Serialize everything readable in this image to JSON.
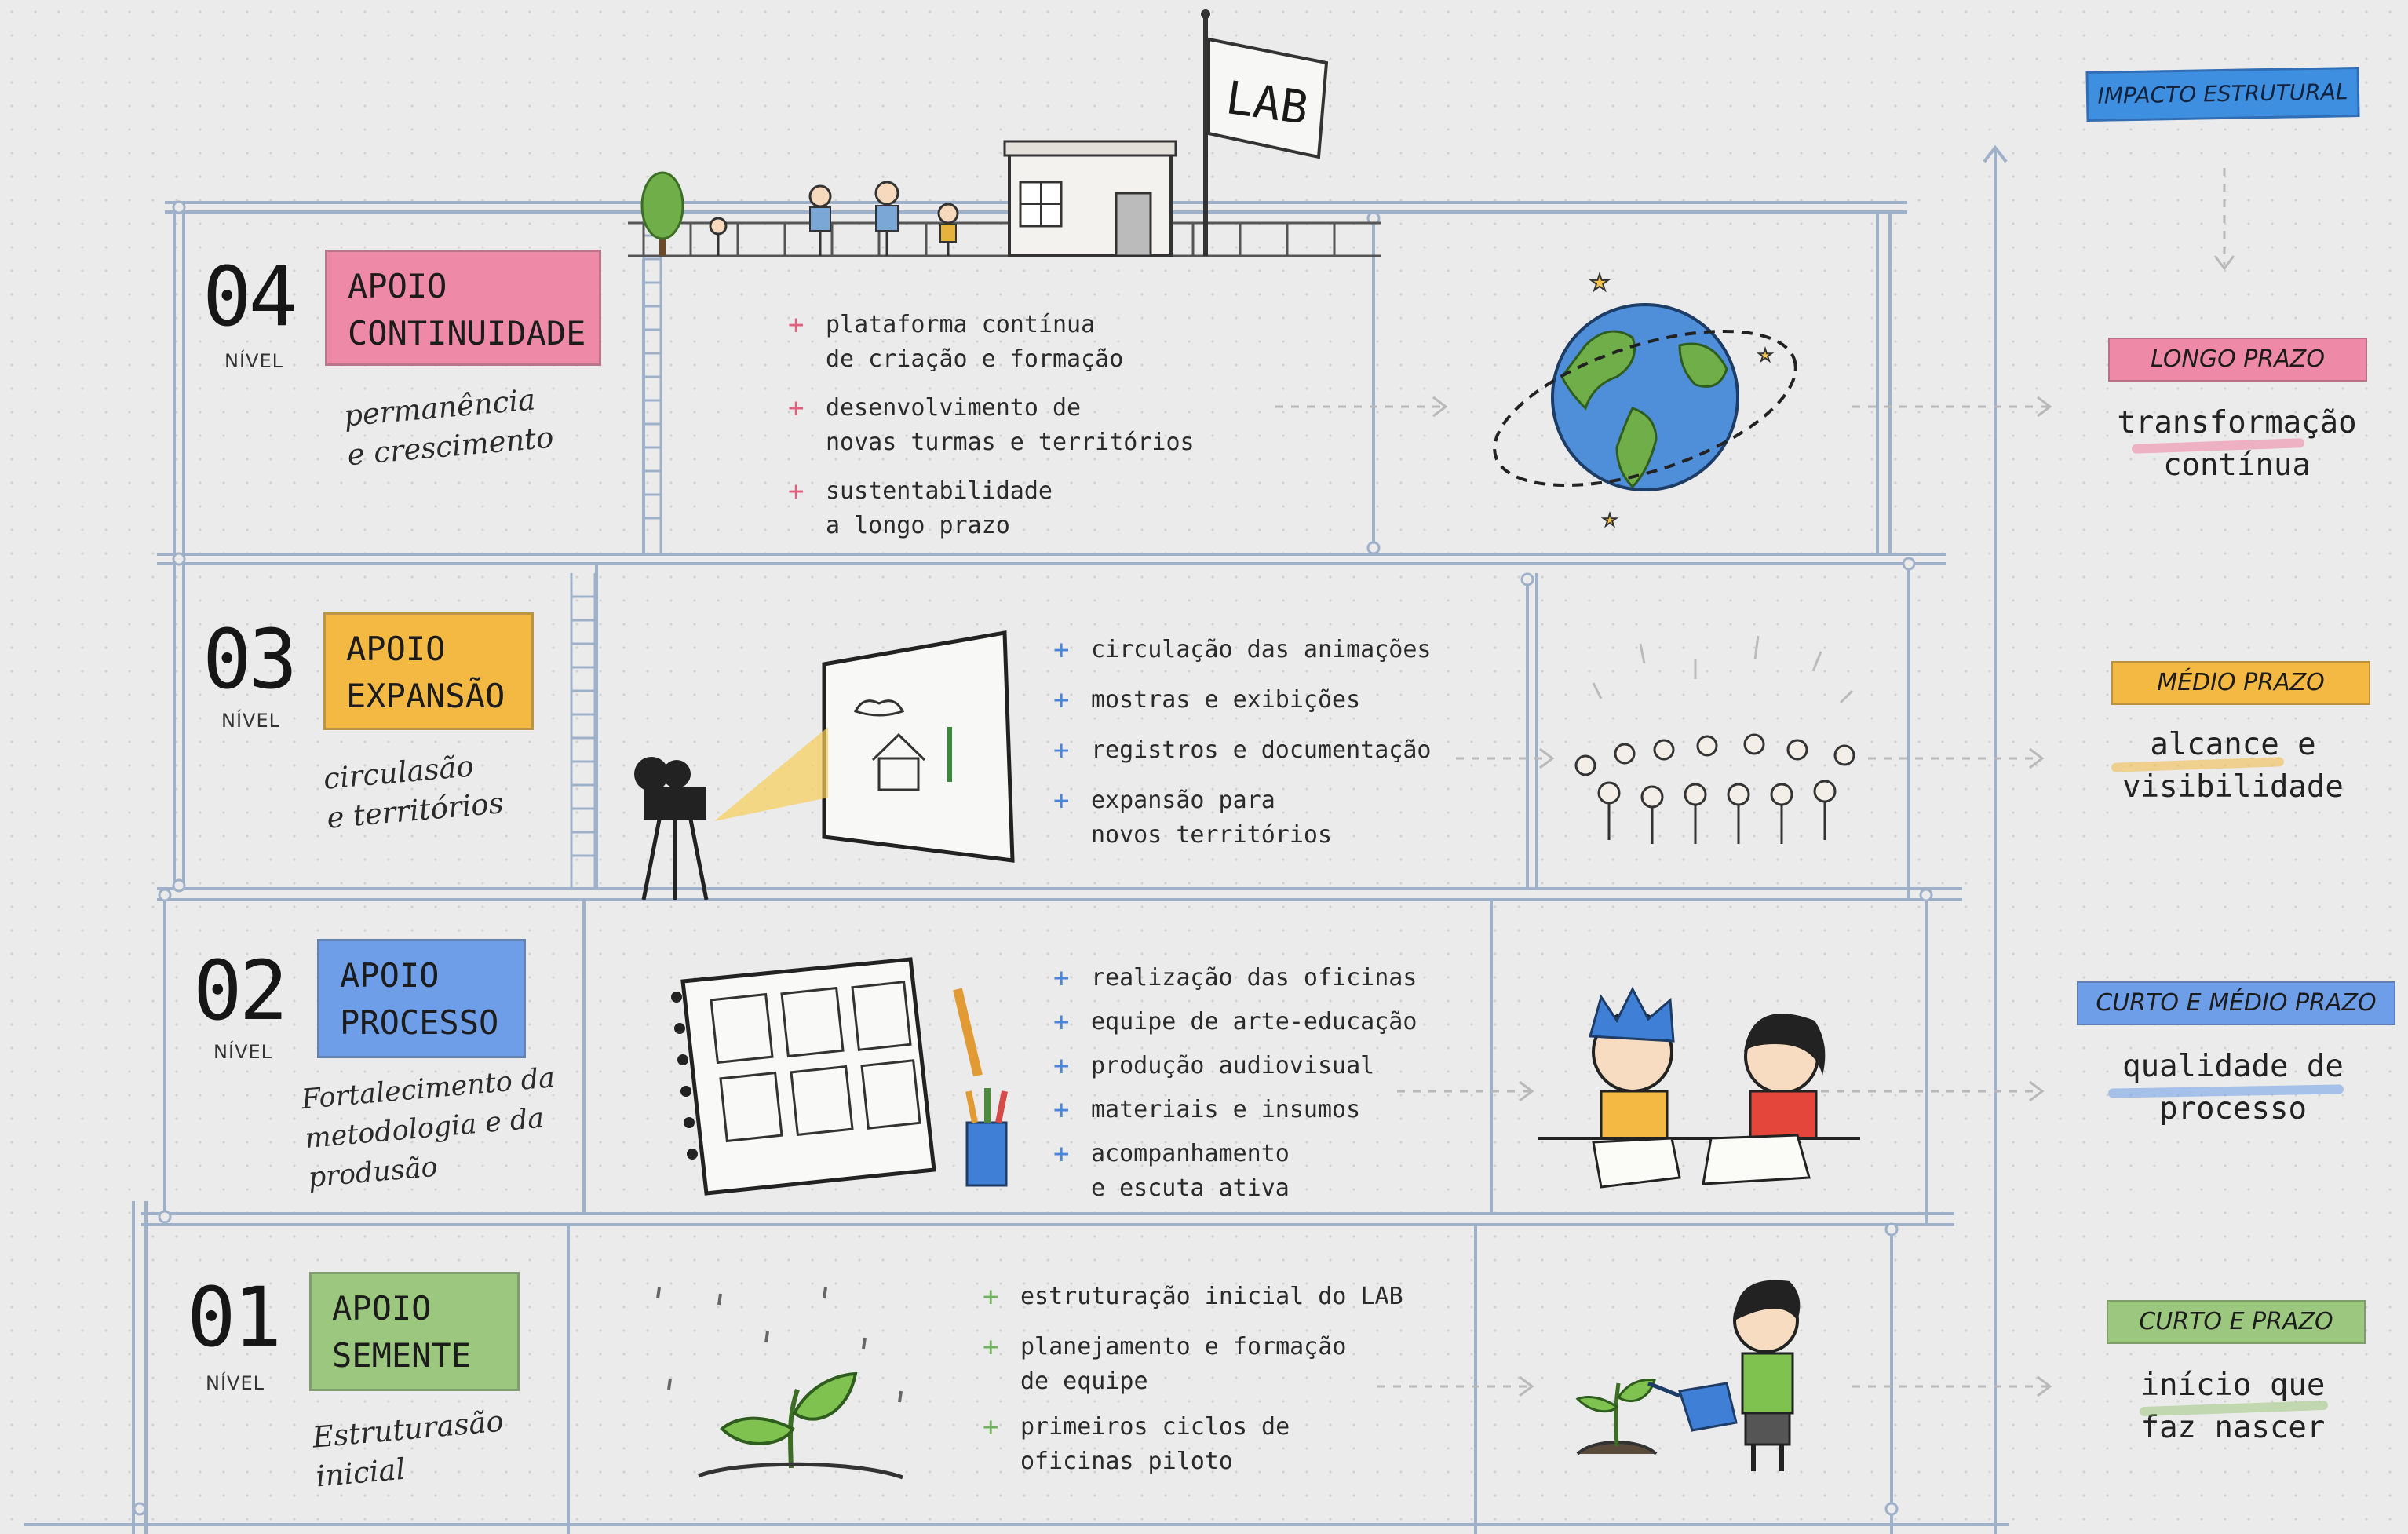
{
  "colors": {
    "pink": "#ee8aa8",
    "yellow": "#f3b943",
    "blue": "#6e9ee8",
    "green": "#9cc77e",
    "lineBlue": "#9fb0c9",
    "headerBlue": "#3f8fe0"
  },
  "roof": {
    "flag_text": "LAB"
  },
  "right_column": {
    "header": "IMPACTO ESTRUTURAL"
  },
  "levels": [
    {
      "number": "04",
      "nivel_label": "NÍVEL",
      "tag_line1": "APOIO",
      "tag_line2": "CONTINUIDADE",
      "subtitle_line1": "permanência",
      "subtitle_line2": "e crescimento",
      "subtitle_line3": "",
      "plus_color": "#e0607e",
      "items": [
        {
          "line1": "plataforma contínua",
          "line2": "de criação e formação"
        },
        {
          "line1": "desenvolvimento de",
          "line2": "novas turmas e territórios"
        },
        {
          "line1": "sustentabilidade",
          "line2": "a longo prazo"
        }
      ],
      "illustration": "globe-icon",
      "term": "LONGO PRAZO",
      "impact_line1": "transformação",
      "impact_line2": "contínua"
    },
    {
      "number": "03",
      "nivel_label": "NÍVEL",
      "tag_line1": "APOIO",
      "tag_line2": "EXPANSÃO",
      "subtitle_line1": "circulasão",
      "subtitle_line2": "e territórios",
      "subtitle_line3": "",
      "plus_color": "#4a86d8",
      "items": [
        {
          "line1": "circulação das animações",
          "line2": ""
        },
        {
          "line1": "mostras e exibições",
          "line2": ""
        },
        {
          "line1": "registros e documentação",
          "line2": ""
        },
        {
          "line1": "expansão para",
          "line2": "novos territórios"
        }
      ],
      "illustration": "crowd-icon",
      "term": "MÉDIO PRAZO",
      "impact_line1": "alcance e",
      "impact_line2": "visibilidade"
    },
    {
      "number": "02",
      "nivel_label": "NÍVEL",
      "tag_line1": "APOIO",
      "tag_line2": "PROCESSO",
      "subtitle_line1": "Fortalecimento da",
      "subtitle_line2": "metodologia e da",
      "subtitle_line3": "produsão",
      "plus_color": "#4a86d8",
      "items": [
        {
          "line1": "realização das oficinas",
          "line2": ""
        },
        {
          "line1": "equipe de arte-educação",
          "line2": ""
        },
        {
          "line1": "produção audiovisual",
          "line2": ""
        },
        {
          "line1": "materiais e insumos",
          "line2": ""
        },
        {
          "line1": "acompanhamento",
          "line2": "e escuta ativa"
        }
      ],
      "illustration": "children-drawing-icon",
      "term": "CURTO E MÉDIO PRAZO",
      "impact_line1": "qualidade de",
      "impact_line2": "processo"
    },
    {
      "number": "01",
      "nivel_label": "NÍVEL",
      "tag_line1": "APOIO",
      "tag_line2": "SEMENTE",
      "subtitle_line1": "Estruturasão",
      "subtitle_line2": "inicial",
      "subtitle_line3": "",
      "plus_color": "#6fb45a",
      "items": [
        {
          "line1": "estruturação inicial do LAB",
          "line2": ""
        },
        {
          "line1": "planejamento e formação",
          "line2": "de equipe"
        },
        {
          "line1": "primeiros ciclos de",
          "line2": "oficinas piloto"
        }
      ],
      "illustration": "watering-girl-icon",
      "term": "CURTO E PRAZO",
      "impact_line1": "início que",
      "impact_line2": "faz nascer"
    }
  ]
}
